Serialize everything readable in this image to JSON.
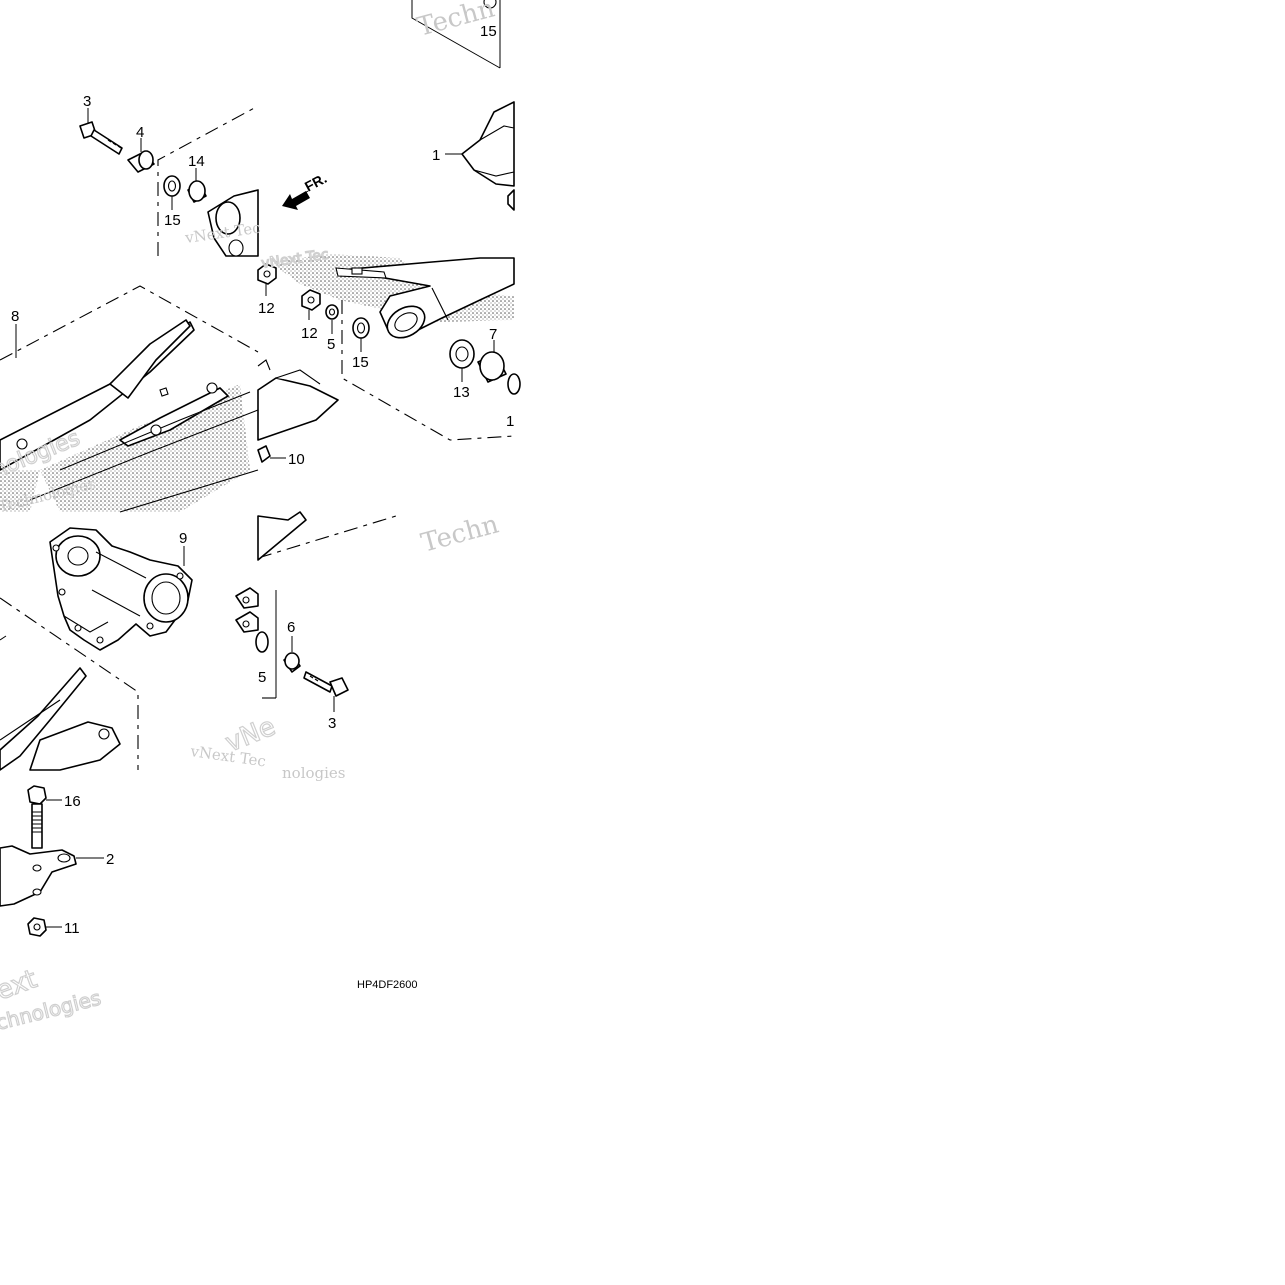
{
  "diagram": {
    "code": "HP4DF2600",
    "direction_label": "FR.",
    "watermarks": [
      "Techn",
      "vNext Tec",
      "nologies",
      "Technologies",
      "Techn",
      "vNe",
      "vNext Tec",
      "nologies",
      "ext",
      "chnologies"
    ],
    "callouts": [
      "15",
      "3",
      "4",
      "14",
      "15",
      "1",
      "8",
      "12",
      "12",
      "5",
      "15",
      "7",
      "13",
      "1",
      "10",
      "9",
      "6",
      "5",
      "3",
      "16",
      "2",
      "11"
    ]
  }
}
